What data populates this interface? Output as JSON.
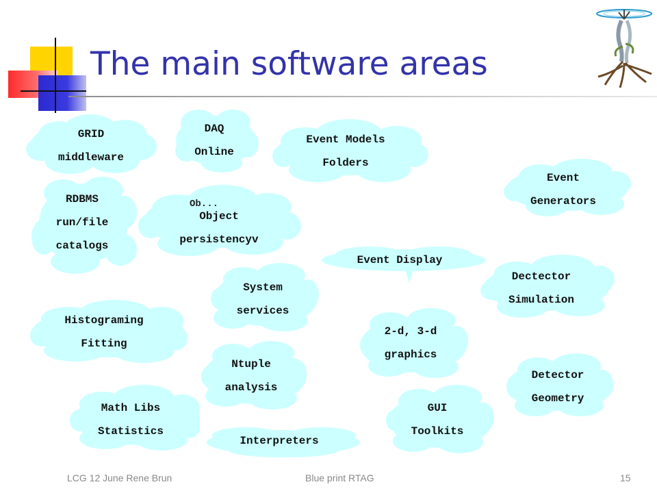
{
  "slide": {
    "title": "The main software areas"
  },
  "colors": {
    "bubble_fill": "#ccffff",
    "title_color": "#3333aa",
    "footer_color": "#888888"
  },
  "logo": {
    "icon": "tree-figure-logo-icon"
  },
  "bubbles": [
    {
      "id": "grid-middleware",
      "line1": "GRID",
      "line2": "middleware"
    },
    {
      "id": "daq-online",
      "line1": "DAQ",
      "line2": "Online"
    },
    {
      "id": "event-models-folders",
      "line1": "Event Models",
      "line2": "Folders"
    },
    {
      "id": "event-generators",
      "line1": "Event",
      "line2": "Generators"
    },
    {
      "id": "rdbms-catalogs",
      "line1": "RDBMS",
      "line2": "run/file",
      "line3": "catalogs"
    },
    {
      "id": "object-persistency",
      "line1": "Object",
      "line2": "persistencyv",
      "behind": "Ob..."
    },
    {
      "id": "event-display",
      "line1": "Event Display"
    },
    {
      "id": "detector-simulation",
      "line1": "Dectector",
      "line2": "Simulation"
    },
    {
      "id": "system-services",
      "line1": "System",
      "line2": "services"
    },
    {
      "id": "histograming-fitting",
      "line1": "Histograming",
      "line2": "Fitting"
    },
    {
      "id": "graphics-2d-3d",
      "line1": "2-d, 3-d",
      "line2": "graphics"
    },
    {
      "id": "ntuple-analysis",
      "line1": "Ntuple",
      "line2": "analysis"
    },
    {
      "id": "detector-geometry",
      "line1": "Detector",
      "line2": "Geometry"
    },
    {
      "id": "math-libs-statistics",
      "line1": "Math Libs",
      "line2": "Statistics"
    },
    {
      "id": "gui-toolkits",
      "line1": "GUI",
      "line2": "Toolkits"
    },
    {
      "id": "interpreters",
      "line1": "Interpreters"
    }
  ],
  "footer": {
    "left": "LCG 12 June  Rene Brun",
    "center": "Blue print RTAG",
    "page_number": "15"
  }
}
